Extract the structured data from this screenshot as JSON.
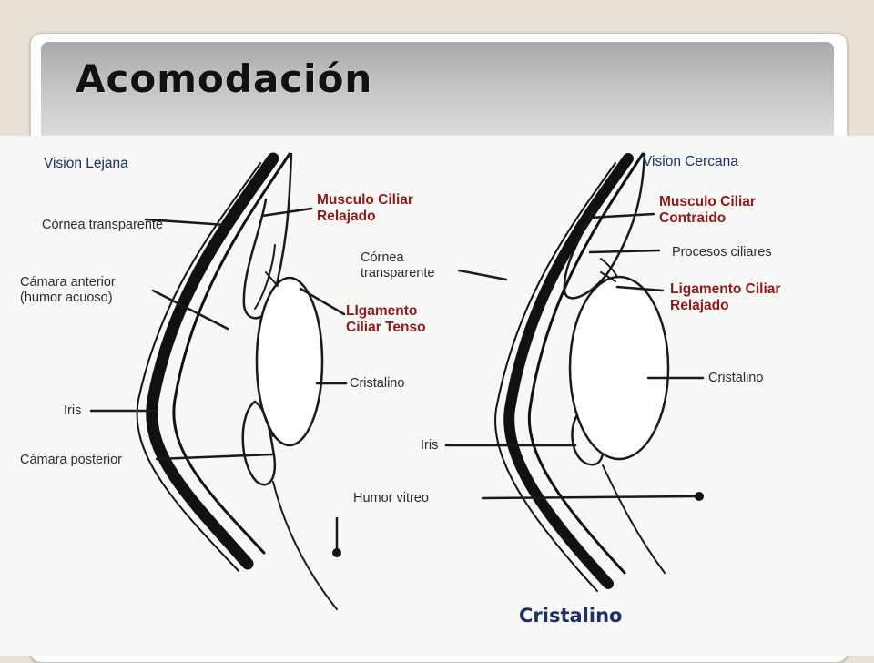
{
  "slide": {
    "title": "Acomodación"
  },
  "diagram": {
    "left_panel": {
      "heading": "Vision Lejana",
      "labels": [
        "Córnea transparente",
        "Cámara anterior",
        "(humor acuoso)",
        "Iris",
        "Cámara posterior"
      ],
      "highlight": {
        "muscle_line1": "Musculo Ciliar",
        "muscle_line2": "Relajado",
        "ligament_line1": "LIgamento",
        "ligament_line2": "Ciliar Tenso"
      },
      "lens_label": "Cristalino"
    },
    "right_panel": {
      "heading": "Vision Cercana",
      "labels": [
        "Córnea",
        "transparente",
        "Iris",
        "Humor vitreo",
        "Procesos ciliares"
      ],
      "highlight": {
        "muscle_line1": "Musculo Ciliar",
        "muscle_line2": "Contraido",
        "ligament_line1": "Ligamento Ciliar",
        "ligament_line2": "Relajado"
      },
      "lens_label": "Cristalino"
    },
    "caption": "Cristalino",
    "colors": {
      "highlight": "#8e1b1b",
      "heading": "#1d2f63",
      "ink": "#1a1a1a"
    }
  }
}
